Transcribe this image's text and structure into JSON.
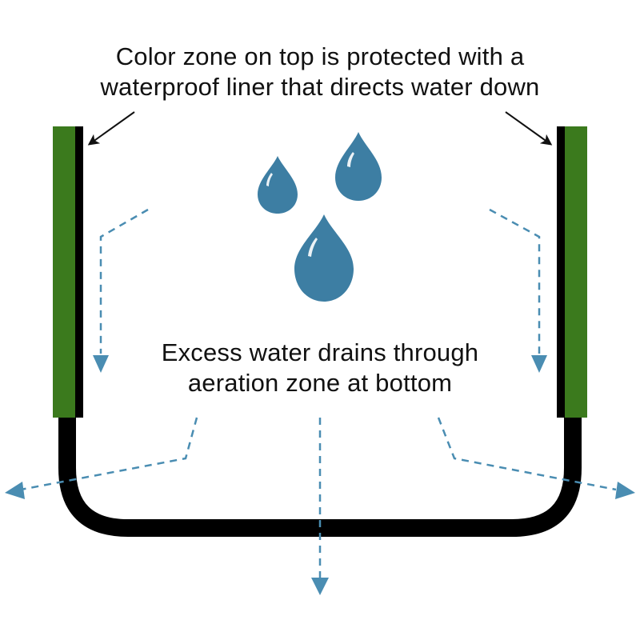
{
  "captions": {
    "top": {
      "line1": "Color zone on top is protected with a",
      "line2": "waterproof liner that directs water down"
    },
    "bottom": {
      "line1": "Excess water drains through",
      "line2": "aeration zone at bottom"
    }
  },
  "colors": {
    "color_zone": "#3b7a1d",
    "liner": "#000000",
    "water": "#3d7ea3",
    "flow_arrow": "#4a8db2",
    "pointer": "#111111"
  }
}
